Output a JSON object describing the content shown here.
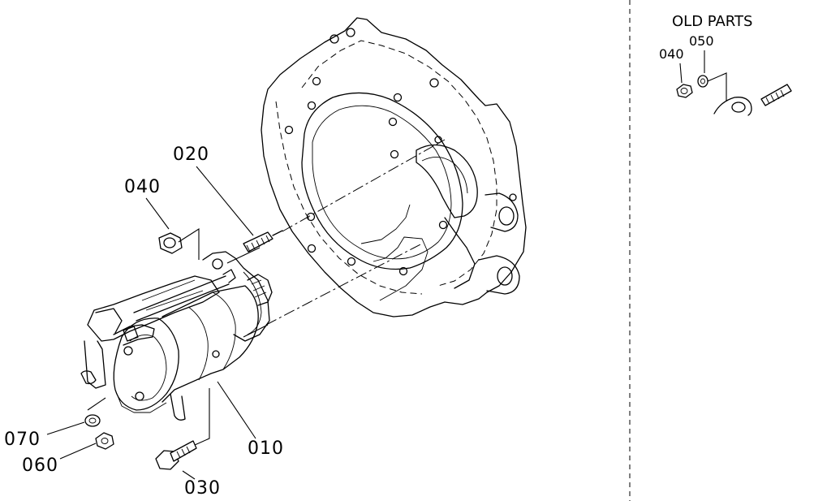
{
  "callouts": {
    "c010": "010",
    "c020": "020",
    "c030": "030",
    "c040": "040",
    "c060": "060",
    "c070": "070"
  },
  "old_parts": {
    "title": "OLD PARTS",
    "c040": "040",
    "c050": "050"
  }
}
